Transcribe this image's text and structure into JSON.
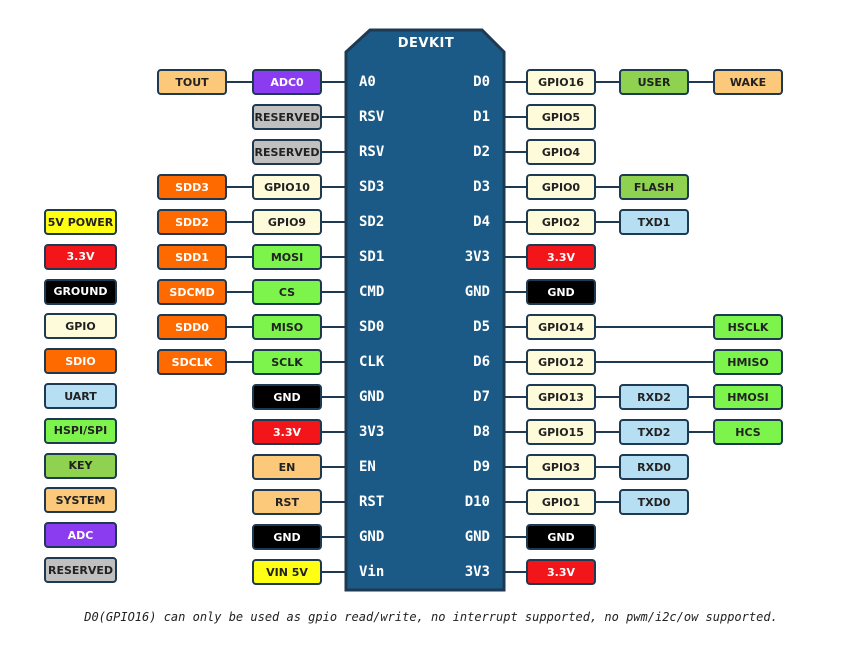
{
  "board": {
    "title": "DEVKIT",
    "fill": "#1b5a87",
    "border": "#1e3a52"
  },
  "colors": {
    "gpio": "#fdfbd9",
    "reserved": "#c0c0c0",
    "sdio": "#ff6a00",
    "hspi": "#7df44c",
    "uart": "#b7dff3",
    "key": "#8ed24f",
    "system": "#fcc87a",
    "adc": "#8b3cf0",
    "red": "#f2161b",
    "ground": "#000000",
    "power5v": "#ffff14"
  },
  "legend": [
    {
      "label": "5V POWER",
      "color": "power5v"
    },
    {
      "label": "3.3V",
      "color": "red"
    },
    {
      "label": "GROUND",
      "color": "ground"
    },
    {
      "label": "GPIO",
      "color": "gpio"
    },
    {
      "label": "SDIO",
      "color": "sdio"
    },
    {
      "label": "UART",
      "color": "uart"
    },
    {
      "label": "HSPI/SPI",
      "color": "hspi"
    },
    {
      "label": "KEY",
      "color": "key"
    },
    {
      "label": "SYSTEM",
      "color": "system"
    },
    {
      "label": "ADC",
      "color": "adc"
    },
    {
      "label": "RESERVED",
      "color": "reserved"
    }
  ],
  "left_pins": [
    {
      "pin": "A0",
      "labels": [
        {
          "text": "TOUT",
          "color": "system"
        },
        {
          "text": "ADC0",
          "color": "adc"
        }
      ]
    },
    {
      "pin": "RSV",
      "labels": [
        {
          "text": "RESERVED",
          "color": "reserved"
        }
      ]
    },
    {
      "pin": "RSV",
      "labels": [
        {
          "text": "RESERVED",
          "color": "reserved"
        }
      ]
    },
    {
      "pin": "SD3",
      "labels": [
        {
          "text": "SDD3",
          "color": "sdio"
        },
        {
          "text": "GPIO10",
          "color": "gpio"
        }
      ]
    },
    {
      "pin": "SD2",
      "labels": [
        {
          "text": "SDD2",
          "color": "sdio"
        },
        {
          "text": "GPIO9",
          "color": "gpio"
        }
      ]
    },
    {
      "pin": "SD1",
      "labels": [
        {
          "text": "SDD1",
          "color": "sdio"
        },
        {
          "text": "MOSI",
          "color": "hspi"
        }
      ]
    },
    {
      "pin": "CMD",
      "labels": [
        {
          "text": "SDCMD",
          "color": "sdio"
        },
        {
          "text": "CS",
          "color": "hspi"
        }
      ]
    },
    {
      "pin": "SD0",
      "labels": [
        {
          "text": "SDD0",
          "color": "sdio"
        },
        {
          "text": "MISO",
          "color": "hspi"
        }
      ]
    },
    {
      "pin": "CLK",
      "labels": [
        {
          "text": "SDCLK",
          "color": "sdio"
        },
        {
          "text": "SCLK",
          "color": "hspi"
        }
      ]
    },
    {
      "pin": "GND",
      "labels": [
        {
          "text": "GND",
          "color": "ground"
        }
      ]
    },
    {
      "pin": "3V3",
      "labels": [
        {
          "text": "3.3V",
          "color": "red"
        }
      ]
    },
    {
      "pin": "EN",
      "labels": [
        {
          "text": "EN",
          "color": "system"
        }
      ]
    },
    {
      "pin": "RST",
      "labels": [
        {
          "text": "RST",
          "color": "system"
        }
      ]
    },
    {
      "pin": "GND",
      "labels": [
        {
          "text": "GND",
          "color": "ground"
        }
      ]
    },
    {
      "pin": "Vin",
      "labels": [
        {
          "text": "VIN 5V",
          "color": "power5v"
        }
      ]
    }
  ],
  "right_pins": [
    {
      "pin": "D0",
      "labels": [
        {
          "text": "GPIO16",
          "color": "gpio"
        },
        {
          "text": "USER",
          "color": "key"
        },
        {
          "text": "WAKE",
          "color": "system"
        }
      ]
    },
    {
      "pin": "D1",
      "labels": [
        {
          "text": "GPIO5",
          "color": "gpio"
        }
      ]
    },
    {
      "pin": "D2",
      "labels": [
        {
          "text": "GPIO4",
          "color": "gpio"
        }
      ]
    },
    {
      "pin": "D3",
      "labels": [
        {
          "text": "GPIO0",
          "color": "gpio"
        },
        {
          "text": "FLASH",
          "color": "key"
        }
      ]
    },
    {
      "pin": "D4",
      "labels": [
        {
          "text": "GPIO2",
          "color": "gpio"
        },
        {
          "text": "TXD1",
          "color": "uart"
        }
      ]
    },
    {
      "pin": "3V3",
      "labels": [
        {
          "text": "3.3V",
          "color": "red"
        }
      ]
    },
    {
      "pin": "GND",
      "labels": [
        {
          "text": "GND",
          "color": "ground"
        }
      ]
    },
    {
      "pin": "D5",
      "labels": [
        {
          "text": "GPIO14",
          "color": "gpio"
        },
        null,
        {
          "text": "HSCLK",
          "color": "hspi"
        }
      ]
    },
    {
      "pin": "D6",
      "labels": [
        {
          "text": "GPIO12",
          "color": "gpio"
        },
        null,
        {
          "text": "HMISO",
          "color": "hspi"
        }
      ]
    },
    {
      "pin": "D7",
      "labels": [
        {
          "text": "GPIO13",
          "color": "gpio"
        },
        {
          "text": "RXD2",
          "color": "uart"
        },
        {
          "text": "HMOSI",
          "color": "hspi"
        }
      ]
    },
    {
      "pin": "D8",
      "labels": [
        {
          "text": "GPIO15",
          "color": "gpio"
        },
        {
          "text": "TXD2",
          "color": "uart"
        },
        {
          "text": "HCS",
          "color": "hspi"
        }
      ]
    },
    {
      "pin": "D9",
      "labels": [
        {
          "text": "GPIO3",
          "color": "gpio"
        },
        {
          "text": "RXD0",
          "color": "uart"
        }
      ]
    },
    {
      "pin": "D10",
      "labels": [
        {
          "text": "GPIO1",
          "color": "gpio"
        },
        {
          "text": "TXD0",
          "color": "uart"
        }
      ]
    },
    {
      "pin": "GND",
      "labels": [
        {
          "text": "GND",
          "color": "ground"
        }
      ]
    },
    {
      "pin": "3V3",
      "labels": [
        {
          "text": "3.3V",
          "color": "red"
        }
      ]
    }
  ],
  "footnote": "D0(GPIO16) can only be used as gpio read/write, no interrupt supported, no pwm/i2c/ow supported."
}
